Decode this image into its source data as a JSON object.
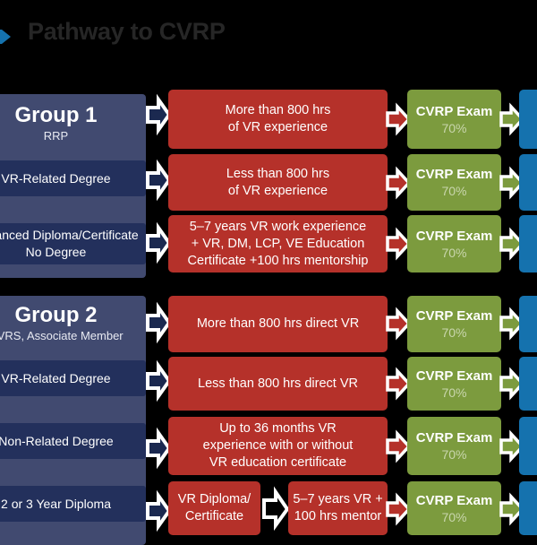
{
  "page": {
    "title": "Pathway to CVRP",
    "background": "#000000",
    "title_color": "#262626"
  },
  "palette": {
    "red": "#b5312a",
    "green": "#7c9b3e",
    "blue": "#1572ae",
    "navy_panel": "#414a70",
    "navy_row": "#23305c",
    "arrow_navy": "#1b2950",
    "arrow_outline": "#ffffff",
    "pct_text": "#c9d6ad"
  },
  "logo": {
    "name": "brand-chevron-mark",
    "color": "#1572ae"
  },
  "exam": {
    "label": "CVRP Exam",
    "score": "70%"
  },
  "groups": [
    {
      "id": "group-1",
      "title": "Group 1",
      "subtitle": "RRP",
      "rows": [
        {
          "left": "",
          "requirement": "More than 800 hrs\nof VR experience",
          "exam": "CVRP Exam",
          "score": "70%"
        },
        {
          "left": "VR-Related Degree",
          "requirement": "Less than 800 hrs\nof VR experience",
          "exam": "CVRP Exam",
          "score": "70%"
        },
        {
          "left": "Advanced Diploma/Certificate\nNo Degree",
          "requirement": "5–7 years VR work experience\n+ VR, DM, LCP, VE Education\nCertificate +100 hrs mentorship",
          "exam": "CVRP Exam",
          "score": "70%"
        }
      ]
    },
    {
      "id": "group-2",
      "title": "Group 2",
      "subtitle": "CVRS, Associate Member",
      "rows": [
        {
          "left": "",
          "requirement": "More than 800 hrs direct VR",
          "exam": "CVRP Exam",
          "score": "70%"
        },
        {
          "left": "VR-Related Degree",
          "requirement": "Less than 800 hrs direct VR",
          "exam": "CVRP Exam",
          "score": "70%"
        },
        {
          "left": "Non-Related Degree",
          "requirement": "Up to 36 months VR\nexperience with or without\nVR education certificate",
          "exam": "CVRP Exam",
          "score": "70%"
        },
        {
          "left": "2 or 3 Year Diploma",
          "requirement": "VR Diploma/\nCertificate",
          "requirement2": "5–7 years VR +\n100 hrs mentor",
          "exam": "CVRP Exam",
          "score": "70%"
        }
      ]
    }
  ]
}
